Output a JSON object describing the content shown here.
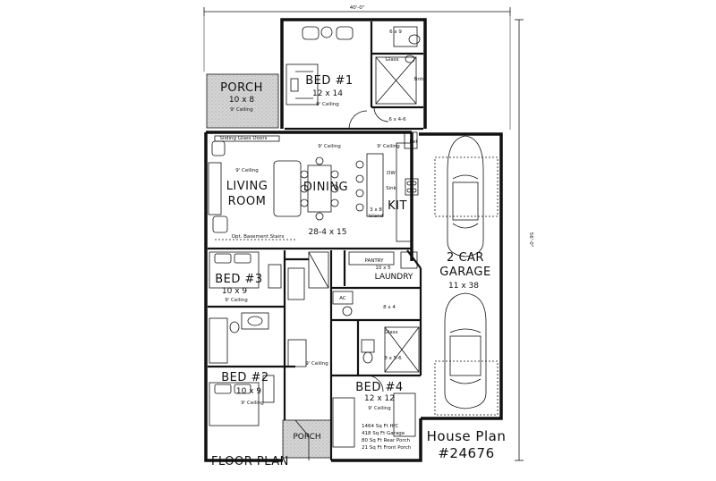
{
  "dims": {
    "width": "40'-0\"",
    "depth": "56'-0\""
  },
  "rooms": {
    "porch_top": {
      "name": "PORCH",
      "size": "10 x 8",
      "note": "9' Ceiling"
    },
    "bed1": {
      "name": "BED #1",
      "size": "12 x 14",
      "note": "9' Ceiling"
    },
    "bath1": {
      "size": "6 x 9",
      "glass": "Glass",
      "bnh": "Bnh"
    },
    "closet1": {
      "size": "6 x 4-6"
    },
    "living": {
      "name1": "LIVING",
      "name2": "ROOM",
      "note": "9' Ceiling",
      "sliding": "Sliding Glass Doors"
    },
    "dining": {
      "name": "DINING",
      "note": "9' Ceiling"
    },
    "kitchen": {
      "name": "KIT",
      "note": "9' Ceiling",
      "ref": "Ref",
      "dw": "DW",
      "sink": "Sink",
      "island_size": "3 x 8",
      "island": "Island"
    },
    "great": {
      "size": "28-4 x 15",
      "stairs": "Opt. Basement Stairs"
    },
    "bed3": {
      "name": "BED #3",
      "size": "10 x 9",
      "note": "9' Ceiling"
    },
    "bed2": {
      "name": "BED #2",
      "size": "10 x 9",
      "note": "9' Ceiling"
    },
    "hall": {
      "note": "9' Ceiling"
    },
    "pantry": {
      "name": "PANTRY",
      "size": "10 x 5"
    },
    "laundry": {
      "name": "LAUNDRY"
    },
    "ac": {
      "name": "AC"
    },
    "closet_8x4": {
      "size": "8 x 4"
    },
    "bath4": {
      "glass": "Glass",
      "size": "8 x 5-6"
    },
    "bed4": {
      "name": "BED #4",
      "size": "12 x 12",
      "note": "9' Ceiling"
    },
    "porch_front": {
      "name": "PORCH"
    },
    "garage": {
      "line1": "2 CAR",
      "line2": "GARAGE",
      "size": "11 x 38"
    }
  },
  "stats": [
    "1464 Sq Ft H/C",
    "418 Sq Ft Garage",
    "80 Sq Ft Rear Porch",
    "21 Sq Ft Front Porch"
  ],
  "title": {
    "floor_plan": "FLOOR PLAN",
    "house_plan": "House Plan",
    "plan_no": "#24676"
  },
  "colors": {
    "line": "#111111",
    "porch_fill": "#d9d9d9"
  }
}
